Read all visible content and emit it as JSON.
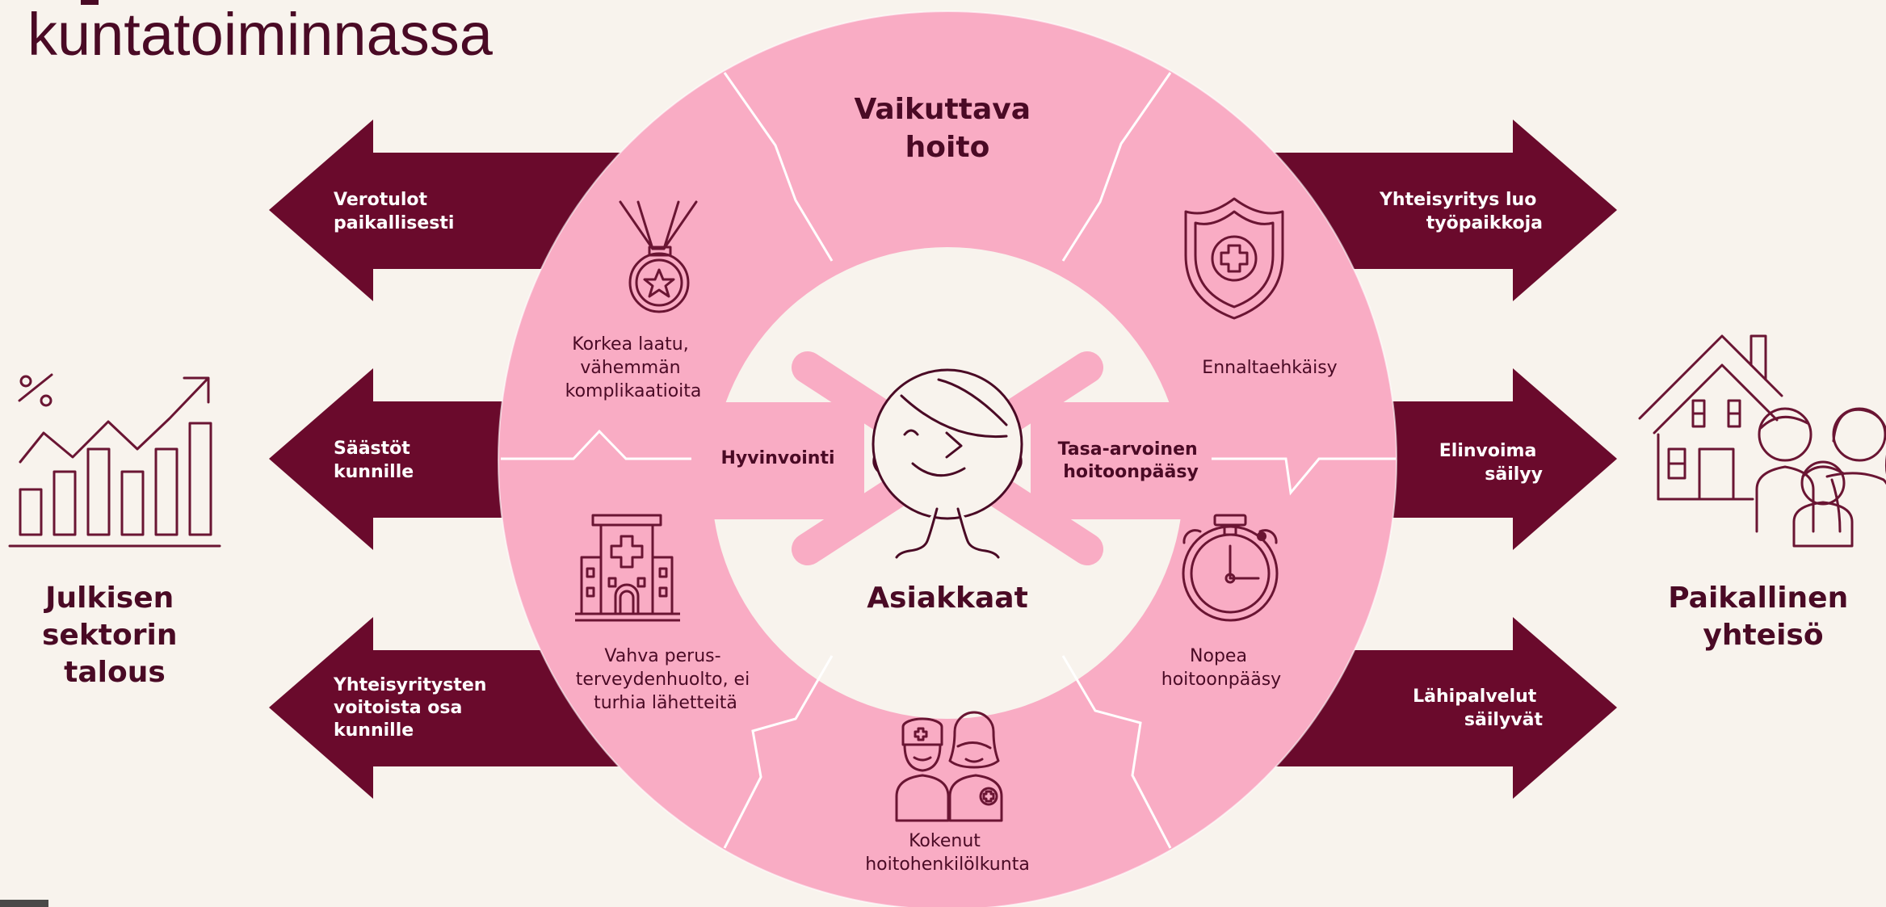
{
  "title": {
    "line1": "kuntatoiminnassa"
  },
  "colors": {
    "background": "#f8f3ed",
    "maroon": "#6a0a2c",
    "pink": "#f9acc4",
    "line": "#6a1533",
    "white": "#ffffff"
  },
  "left_group": {
    "line1": "Julkisen",
    "line2": "sektorin",
    "line3": "talous",
    "icon": "chart-growth-icon"
  },
  "right_group": {
    "line1": "Paikallinen",
    "line2": "yhteisö",
    "icon": "house-family-icon"
  },
  "left_arrows": [
    {
      "line1": "Verotulot",
      "line2": "paikallisesti"
    },
    {
      "line1": "Säästöt",
      "line2": "kunnille"
    },
    {
      "line1": "Yhteisyritysten",
      "line2": "voitoista osa",
      "line3": "kunnille"
    }
  ],
  "right_arrows": [
    {
      "line1": "Yhteisyritys luo",
      "line2": "työpaikkoja"
    },
    {
      "line1": "Elinvoima",
      "line2": "säilyy"
    },
    {
      "line1": "Lähipalvelut",
      "line2": "säilyvät"
    }
  ],
  "wheel": {
    "top": {
      "line1": "Vaikuttava",
      "line2": "hoito"
    },
    "segments": [
      {
        "line1": "Korkea laatu,",
        "line2": "vähemmän",
        "line3": "komplikaatioita",
        "icon": "medal-icon"
      },
      {
        "line1": "Ennaltaehkäisy",
        "icon": "shield-cross-icon"
      },
      {
        "line1": "Vahva perus-",
        "line2": "terveydenhuolto, ei",
        "line3": "turhia lähetteitä",
        "icon": "hospital-icon"
      },
      {
        "line1": "Nopea",
        "line2": "hoitoonpääsy",
        "icon": "stopwatch-icon"
      },
      {
        "line1": "Kokenut",
        "line2": "hoitohenkilölkunta",
        "icon": "nurses-icon"
      }
    ],
    "left_label": "Hyvinvointi",
    "right_label": {
      "line1": "Tasa-arvoinen",
      "line2": "hoitoonpääsy"
    },
    "center_label": "Asiakkaat",
    "center_icon": "smiling-face-icon"
  }
}
